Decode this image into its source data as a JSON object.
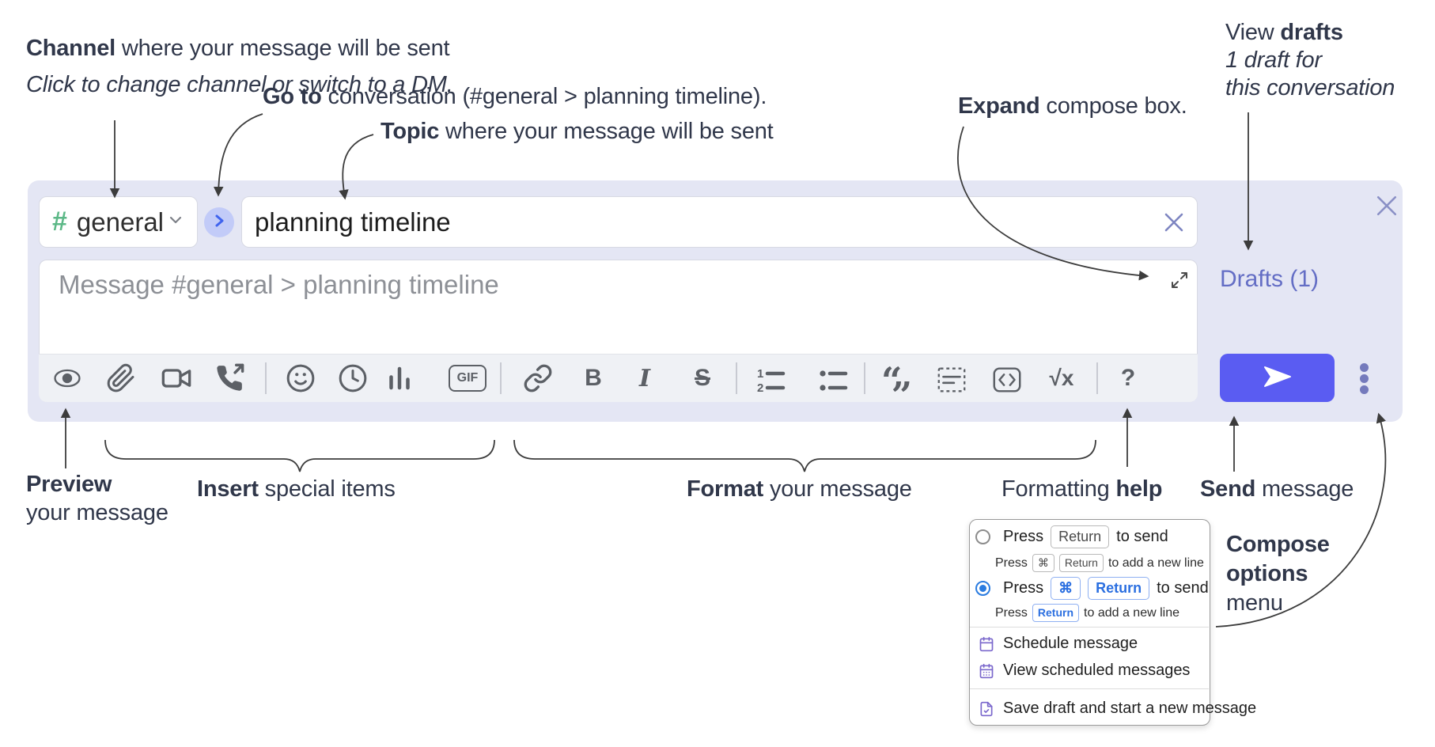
{
  "annotations": {
    "channel_line1_bold": "Channel",
    "channel_line1_rest": " where your message will be sent",
    "channel_line2": "Click to change channel or switch to a DM.",
    "goto_bold": "Go to",
    "goto_rest": " conversation (#general > planning timeline).",
    "topic_bold": "Topic",
    "topic_rest": " where your message will be sent",
    "expand_bold": "Expand",
    "expand_rest": " compose box.",
    "drafts_line1_pre": "View ",
    "drafts_line1_bold": "drafts",
    "drafts_line2": "1 draft for",
    "drafts_line3": "this conversation",
    "preview_bold": "Preview",
    "preview_line2": "your message",
    "insert_bold": "Insert",
    "insert_rest": " special items",
    "format_bold": "Format",
    "format_rest": " your message",
    "help_pre": "Formatting ",
    "help_bold": "help",
    "send_bold": "Send",
    "send_rest": " message",
    "compose_menu_line1": "Compose",
    "compose_menu_line2": "options",
    "compose_menu_line3": "menu"
  },
  "compose": {
    "channel_hash": "#",
    "channel_name": "general",
    "topic_value": "planning timeline",
    "message_placeholder": "Message #general > planning timeline",
    "drafts_link": "Drafts (1)",
    "gif_label": "GIF",
    "bold_label": "B",
    "italic_label": "I",
    "strike_label": "S",
    "math_label": "√x",
    "help_label": "?",
    "toolbar_icons": [
      "preview",
      "attach-file",
      "video-call",
      "voice-call",
      "emoji",
      "global-time",
      "poll",
      "gif",
      "link",
      "bold",
      "italic",
      "strikethrough",
      "numbered-list",
      "bulleted-list",
      "quote",
      "spoiler",
      "code",
      "math",
      "help"
    ]
  },
  "popup": {
    "option1": {
      "press": "Press",
      "key1": "Return",
      "after": "to send",
      "sub_press": "Press",
      "sub_key1": "⌘",
      "sub_key2": "Return",
      "sub_after": "to add a new line"
    },
    "option2": {
      "press": "Press",
      "key1": "⌘",
      "key2": "Return",
      "after": "to send",
      "sub_press": "Press",
      "sub_key1": "Return",
      "sub_after": "to add a new line"
    },
    "items": {
      "schedule": "Schedule message",
      "view_scheduled": "View scheduled messages",
      "save_draft": "Save draft and start a new message"
    }
  },
  "colors": {
    "compose_bg": "#e4e6f4",
    "send_button": "#5a5cf2",
    "channel_green": "#5cb887",
    "drafts_purple": "#646ec5",
    "popup_blue": "#2b6fe0",
    "popup_icon_purple": "#7a67cc"
  }
}
